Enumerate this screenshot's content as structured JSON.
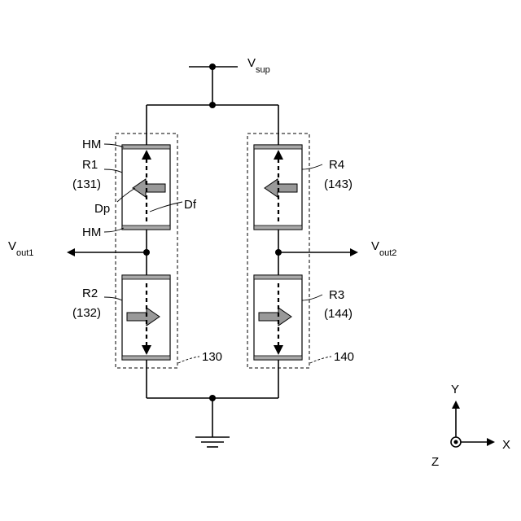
{
  "labels": {
    "vsup_main": "V",
    "vsup_sub": "sup",
    "vout1_main": "V",
    "vout1_sub": "out1",
    "vout2_main": "V",
    "vout2_sub": "out2",
    "hm_top": "HM",
    "hm_bottom": "HM",
    "r1": "R1",
    "r1_ref": "(131)",
    "r2": "R2",
    "r2_ref": "(132)",
    "r3": "R3",
    "r3_ref": "(144)",
    "r4": "R4",
    "r4_ref": "(143)",
    "dp": "Dp",
    "df": "Df",
    "ref_130": "130",
    "ref_140": "140"
  },
  "axes": {
    "y": "Y",
    "x": "X",
    "z": "Z"
  },
  "magnetization": {
    "r1": "left",
    "r2": "right",
    "r3": "right",
    "r4": "left"
  }
}
